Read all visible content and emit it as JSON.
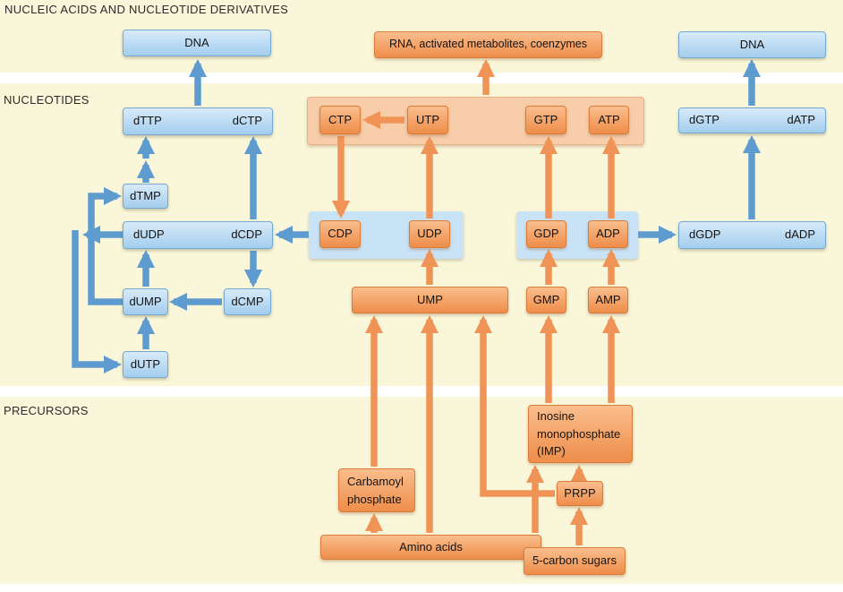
{
  "title": "NUCLEIC ACIDS AND NUCLEOTIDE DERIVATIVES",
  "sections": {
    "nucleic_acids_label": "NUCLEIC ACIDS AND NUCLEOTIDE DERIVATIVES",
    "nucleotides_label": "NUCLEOTIDES",
    "precursors_label": "PRECURSORS"
  },
  "colors": {
    "background": "#FAF6D9",
    "separator_band": "#FFFFFF",
    "blue_box_fill": "#A9D2EF",
    "blue_box_border": "#74A9D4",
    "blue_group_fill": "#C9E3F6",
    "blue_arrow": "#5E9BCF",
    "orange_box_fill": "#F0914E",
    "orange_box_border": "#D97C3A",
    "orange_group_fill": "#F8CDA9",
    "orange_arrow": "#EF9356",
    "text": "#131313"
  },
  "nodes": {
    "dna_left": {
      "label": "DNA"
    },
    "rna": {
      "label": "RNA, activated metabolites, coenzymes"
    },
    "dna_right": {
      "label": "DNA"
    },
    "dttp_dctp": {
      "left": "dTTP",
      "right": "dCTP"
    },
    "ctp": {
      "label": "CTP"
    },
    "utp": {
      "label": "UTP"
    },
    "gtp": {
      "label": "GTP"
    },
    "atp": {
      "label": "ATP"
    },
    "dgtp_datp": {
      "left": "dGTP",
      "right": "dATP"
    },
    "dtmp": {
      "label": "dTMP"
    },
    "dudp_dcdp": {
      "left": "dUDP",
      "right": "dCDP"
    },
    "cdp": {
      "label": "CDP"
    },
    "udp": {
      "label": "UDP"
    },
    "gdp": {
      "label": "GDP"
    },
    "adp": {
      "label": "ADP"
    },
    "dgdp_dadp": {
      "left": "dGDP",
      "right": "dADP"
    },
    "dump": {
      "label": "dUMP"
    },
    "dcmp": {
      "label": "dCMP"
    },
    "ump": {
      "label": "UMP"
    },
    "gmp": {
      "label": "GMP"
    },
    "amp": {
      "label": "AMP"
    },
    "dutp": {
      "label": "dUTP"
    },
    "imp": {
      "label": "Inosine monophosphate (IMP)"
    },
    "carbamoyl_phosphate": {
      "label": "Carbamoyl phosphate"
    },
    "prpp": {
      "label": "PRPP"
    },
    "amino_acids": {
      "label": "Amino acids"
    },
    "five_carbon_sugars": {
      "label": "5-carbon sugars"
    }
  },
  "edges": [
    {
      "from": "dTTP/dCTP",
      "to": "DNA (left)",
      "color": "blue"
    },
    {
      "from": "dTMP",
      "to": "dTTP",
      "color": "blue",
      "steps": 2
    },
    {
      "from": "dCDP",
      "to": "dCTP",
      "color": "blue"
    },
    {
      "from": "dUMP",
      "to": "dUDP",
      "color": "blue"
    },
    {
      "from": "dCDP",
      "to": "dCMP",
      "color": "blue"
    },
    {
      "from": "dCMP",
      "to": "dUMP",
      "color": "blue"
    },
    {
      "from": "dUTP",
      "to": "dUMP",
      "color": "blue"
    },
    {
      "from": "dUMP",
      "to": "dTMP",
      "color": "blue"
    },
    {
      "from": "dUDP",
      "to": "dUTP",
      "color": "blue"
    },
    {
      "from": "CDP/UDP group",
      "to": "dCDP",
      "color": "blue"
    },
    {
      "from": "GDP/ADP group",
      "to": "dGDP",
      "color": "blue"
    },
    {
      "from": "dGDP/dADP",
      "to": "dGTP/dATP",
      "color": "blue"
    },
    {
      "from": "dGTP/dATP",
      "to": "DNA (right)",
      "color": "blue"
    },
    {
      "from": "NTP group",
      "to": "RNA, activated metabolites, coenzymes",
      "color": "orange"
    },
    {
      "from": "UTP",
      "to": "CTP",
      "color": "orange"
    },
    {
      "from": "CTP",
      "to": "CDP",
      "color": "orange"
    },
    {
      "from": "UDP",
      "to": "UTP",
      "color": "orange"
    },
    {
      "from": "UMP",
      "to": "UDP",
      "color": "orange"
    },
    {
      "from": "GDP",
      "to": "GTP",
      "color": "orange"
    },
    {
      "from": "GMP",
      "to": "GDP",
      "color": "orange"
    },
    {
      "from": "ADP",
      "to": "ATP",
      "color": "orange"
    },
    {
      "from": "AMP",
      "to": "ADP",
      "color": "orange"
    },
    {
      "from": "Carbamoyl phosphate",
      "to": "UMP",
      "color": "orange"
    },
    {
      "from": "Amino acids",
      "to": "UMP",
      "color": "orange"
    },
    {
      "from": "PRPP",
      "to": "UMP",
      "color": "orange"
    },
    {
      "from": "Amino acids",
      "to": "Carbamoyl phosphate",
      "color": "orange"
    },
    {
      "from": "Amino acids",
      "to": "IMP",
      "color": "orange"
    },
    {
      "from": "PRPP",
      "to": "IMP",
      "color": "orange"
    },
    {
      "from": "5-carbon sugars",
      "to": "PRPP",
      "color": "orange"
    },
    {
      "from": "IMP",
      "to": "GMP",
      "color": "orange"
    },
    {
      "from": "IMP",
      "to": "AMP",
      "color": "orange"
    }
  ]
}
